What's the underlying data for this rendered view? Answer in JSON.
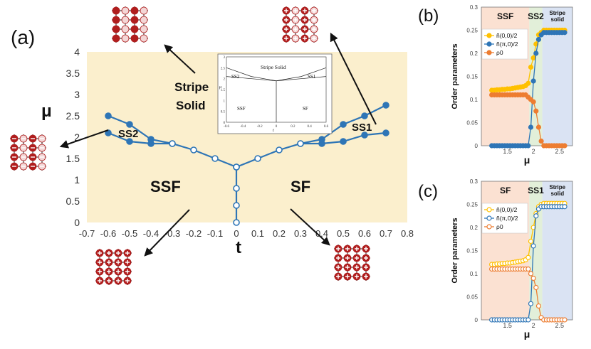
{
  "panel_labels": {
    "a": "(a)",
    "b": "(b)",
    "c": "(c)"
  },
  "colors": {
    "phase_bg": "#fbefcd",
    "line": "#2e75b6",
    "ssf_bg": "#fbe1d2",
    "ss_bg": "#e2efd9",
    "stripe_bg": "#dae3f3",
    "yellow": "#ffc000",
    "blue": "#2e75b6",
    "orange": "#ed7d31",
    "lattice_red": "#b01e1e"
  },
  "chart_data": [
    {
      "id": "a",
      "type": "line",
      "xlabel": "t",
      "ylabel": "μ",
      "xlim": [
        -0.7,
        0.8
      ],
      "ylim": [
        0,
        4
      ],
      "xticks": [
        "-0.7",
        "-0.6",
        "-0.5",
        "-0.4",
        "-0.3",
        "-0.2",
        "-0.1",
        "0",
        "0.1",
        "0.2",
        "0.3",
        "0.4",
        "0.5",
        "0.6",
        "0.7",
        "0.8"
      ],
      "yticks": [
        "0",
        "0.5",
        "1",
        "1.5",
        "2",
        "2.5",
        "3",
        "3.5",
        "4"
      ],
      "region_labels": {
        "stripe": "Stripe Solid",
        "ss2": "SS2",
        "ss1": "SS1",
        "ssf": "SSF",
        "sf": "SF"
      },
      "series": [
        {
          "points": [
            [
              0,
              1.3
            ],
            [
              -0.1,
              1.5
            ],
            [
              -0.2,
              1.7
            ],
            [
              -0.3,
              1.85
            ],
            [
              -0.4,
              1.85
            ],
            [
              -0.5,
              1.9
            ],
            [
              -0.6,
              2.1
            ]
          ],
          "filled": [
            false,
            false,
            false,
            false,
            true,
            true,
            true
          ]
        },
        {
          "points": [
            [
              0,
              1.3
            ],
            [
              0.1,
              1.5
            ],
            [
              0.2,
              1.7
            ],
            [
              0.3,
              1.85
            ],
            [
              0.4,
              1.85
            ],
            [
              0.5,
              1.9
            ],
            [
              0.6,
              2.05
            ],
            [
              0.7,
              2.1
            ]
          ],
          "filled": [
            false,
            false,
            false,
            false,
            true,
            true,
            true,
            true
          ]
        },
        {
          "points": [
            [
              -0.3,
              1.85
            ],
            [
              -0.4,
              1.95
            ],
            [
              -0.5,
              2.3
            ],
            [
              -0.6,
              2.5
            ]
          ],
          "filled": [
            false,
            true,
            true,
            true
          ]
        },
        {
          "points": [
            [
              0.3,
              1.85
            ],
            [
              0.4,
              1.95
            ],
            [
              0.5,
              2.3
            ],
            [
              0.6,
              2.5
            ],
            [
              0.7,
              2.75
            ]
          ],
          "filled": [
            false,
            true,
            true,
            true,
            true
          ]
        },
        {
          "points": [
            [
              0,
              0
            ],
            [
              0,
              0.4
            ],
            [
              0,
              0.8
            ],
            [
              0,
              1.3
            ]
          ],
          "filled": [
            false,
            false,
            false,
            false
          ]
        }
      ]
    },
    {
      "id": "inset",
      "type": "line",
      "xlim": [
        -0.6,
        0.6
      ],
      "ylim": [
        0,
        3
      ],
      "xticks": [
        "-0.6",
        "-0.4",
        "-0.2",
        "0",
        "0.2",
        "0.4",
        "0.6"
      ],
      "yticks": [
        "0",
        "0.5",
        "1",
        "1.5",
        "2",
        "2.5",
        "3"
      ],
      "xlabel": "t",
      "ylabel": "μ",
      "region_labels": {
        "stripe": "Stripe Solid",
        "ss2": "SS2",
        "ss1": "SS1",
        "ssf": "SSF",
        "sf": "SF"
      },
      "upper": [
        [
          -0.6,
          2.5
        ],
        [
          -0.3,
          2.1
        ],
        [
          0,
          1.9
        ],
        [
          0.3,
          2.1
        ],
        [
          0.6,
          2.5
        ]
      ],
      "lower": [
        [
          -0.6,
          2.1
        ],
        [
          -0.3,
          2.0
        ],
        [
          0,
          1.9
        ],
        [
          0.3,
          2.0
        ],
        [
          0.6,
          2.1
        ]
      ],
      "vertical": [
        [
          0,
          0
        ],
        [
          0,
          1.9
        ]
      ]
    },
    {
      "id": "b",
      "type": "scatter",
      "xlabel": "μ",
      "ylabel": "Order parameters",
      "xlim": [
        1,
        2.75
      ],
      "ylim": [
        0,
        0.3
      ],
      "xticks": [
        "1.5",
        "2",
        "2.5"
      ],
      "yticks": [
        "0",
        "0.05",
        "0.1",
        "0.15",
        "0.2",
        "0.25",
        "0.3"
      ],
      "regions": [
        {
          "label": "SSF",
          "from": 1.0,
          "to": 1.92,
          "kind": "ssf"
        },
        {
          "label": "SS2",
          "from": 1.92,
          "to": 2.17,
          "kind": "ss"
        },
        {
          "label": "Stripe solid",
          "from": 2.17,
          "to": 2.75,
          "kind": "stripe"
        }
      ],
      "x": [
        1.2,
        1.25,
        1.3,
        1.35,
        1.4,
        1.45,
        1.5,
        1.55,
        1.6,
        1.65,
        1.7,
        1.75,
        1.8,
        1.85,
        1.9,
        1.95,
        2.0,
        2.05,
        2.1,
        2.15,
        2.2,
        2.25,
        2.3,
        2.35,
        2.4,
        2.45,
        2.5,
        2.55,
        2.6
      ],
      "series": [
        {
          "name": "ñ(0,0)/2",
          "color_key": "yellow",
          "filled": true,
          "values": [
            0.12,
            0.12,
            0.121,
            0.121,
            0.122,
            0.122,
            0.123,
            0.123,
            0.124,
            0.125,
            0.126,
            0.127,
            0.128,
            0.13,
            0.135,
            0.17,
            0.19,
            0.22,
            0.24,
            0.245,
            0.25,
            0.25,
            0.25,
            0.25,
            0.25,
            0.25,
            0.25,
            0.25,
            0.25
          ]
        },
        {
          "name": "ñ(π,0)/2",
          "color_key": "blue",
          "filled": true,
          "values": [
            0,
            0,
            0,
            0,
            0,
            0,
            0,
            0,
            0,
            0,
            0,
            0,
            0,
            0,
            0,
            0.04,
            0.14,
            0.2,
            0.23,
            0.24,
            0.245,
            0.245,
            0.245,
            0.245,
            0.245,
            0.245,
            0.245,
            0.245,
            0.245
          ]
        },
        {
          "name": "ρ0",
          "color_key": "orange",
          "filled": true,
          "values": [
            0.11,
            0.11,
            0.11,
            0.11,
            0.11,
            0.11,
            0.11,
            0.11,
            0.11,
            0.11,
            0.11,
            0.11,
            0.11,
            0.11,
            0.105,
            0.1,
            0.095,
            0.075,
            0.04,
            0.01,
            0,
            0,
            0,
            0,
            0,
            0,
            0,
            0,
            0
          ]
        }
      ]
    },
    {
      "id": "c",
      "type": "scatter",
      "xlabel": "μ",
      "ylabel": "Order parameters",
      "xlim": [
        1,
        2.75
      ],
      "ylim": [
        0,
        0.3
      ],
      "xticks": [
        "1.5",
        "2",
        "2.5"
      ],
      "yticks": [
        "0",
        "0.05",
        "0.1",
        "0.15",
        "0.2",
        "0.25",
        "0.3"
      ],
      "regions": [
        {
          "label": "SF",
          "from": 1.0,
          "to": 1.92,
          "kind": "ssf"
        },
        {
          "label": "SS1",
          "from": 1.92,
          "to": 2.17,
          "kind": "ss"
        },
        {
          "label": "Stripe solid",
          "from": 2.17,
          "to": 2.75,
          "kind": "stripe"
        }
      ],
      "x": [
        1.2,
        1.25,
        1.3,
        1.35,
        1.4,
        1.45,
        1.5,
        1.55,
        1.6,
        1.65,
        1.7,
        1.75,
        1.8,
        1.85,
        1.9,
        1.95,
        2.0,
        2.05,
        2.1,
        2.15,
        2.2,
        2.25,
        2.3,
        2.35,
        2.4,
        2.45,
        2.5,
        2.55,
        2.6
      ],
      "series": [
        {
          "name": "ñ(0,0)/2",
          "color_key": "yellow",
          "filled": false,
          "values": [
            0.12,
            0.12,
            0.121,
            0.121,
            0.122,
            0.122,
            0.123,
            0.123,
            0.124,
            0.125,
            0.126,
            0.127,
            0.128,
            0.13,
            0.135,
            0.17,
            0.2,
            0.23,
            0.245,
            0.25,
            0.252,
            0.252,
            0.252,
            0.252,
            0.252,
            0.252,
            0.252,
            0.252,
            0.252
          ]
        },
        {
          "name": "ñ(π,0)/2",
          "color_key": "blue",
          "filled": false,
          "values": [
            0,
            0,
            0,
            0,
            0,
            0,
            0,
            0,
            0,
            0,
            0,
            0,
            0,
            0,
            0,
            0.035,
            0.16,
            0.225,
            0.24,
            0.245,
            0.245,
            0.245,
            0.245,
            0.245,
            0.245,
            0.245,
            0.245,
            0.245,
            0.245
          ]
        },
        {
          "name": "ρ0",
          "color_key": "orange",
          "filled": false,
          "values": [
            0.11,
            0.11,
            0.11,
            0.11,
            0.11,
            0.11,
            0.11,
            0.11,
            0.11,
            0.11,
            0.11,
            0.11,
            0.11,
            0.11,
            0.11,
            0.1,
            0.09,
            0.07,
            0.03,
            0.005,
            0,
            0,
            0,
            0,
            0,
            0,
            0,
            0,
            0
          ]
        }
      ]
    }
  ]
}
